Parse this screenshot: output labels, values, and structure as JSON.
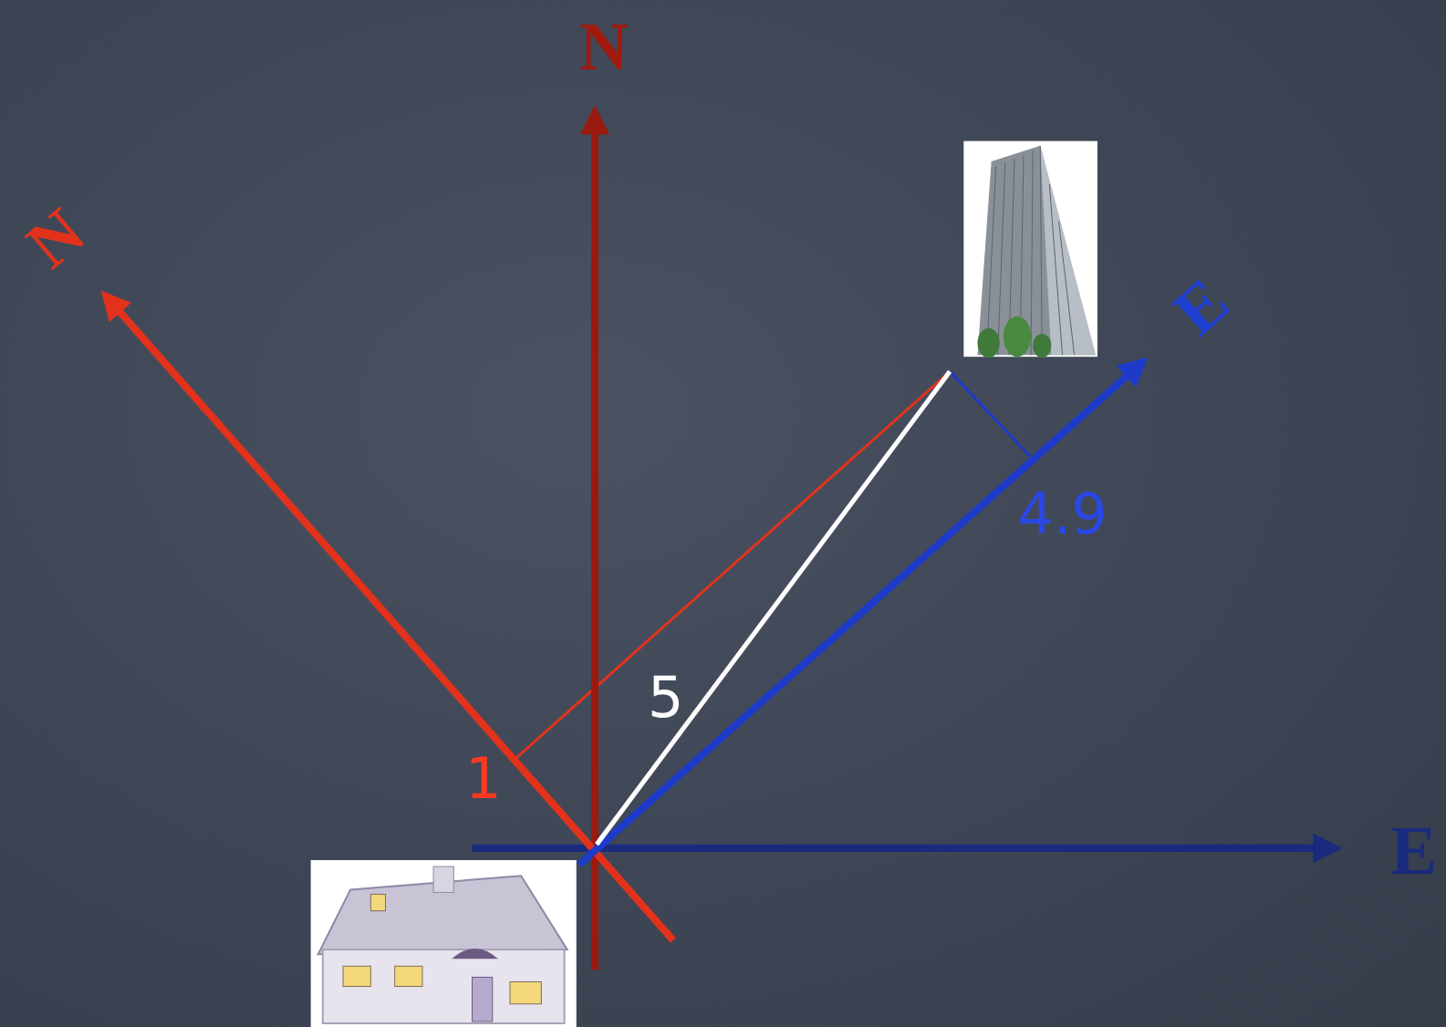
{
  "diagram": {
    "labels": [
      "N",
      "N",
      "E",
      "E",
      "4.9",
      "5",
      "1"
    ]
  }
}
